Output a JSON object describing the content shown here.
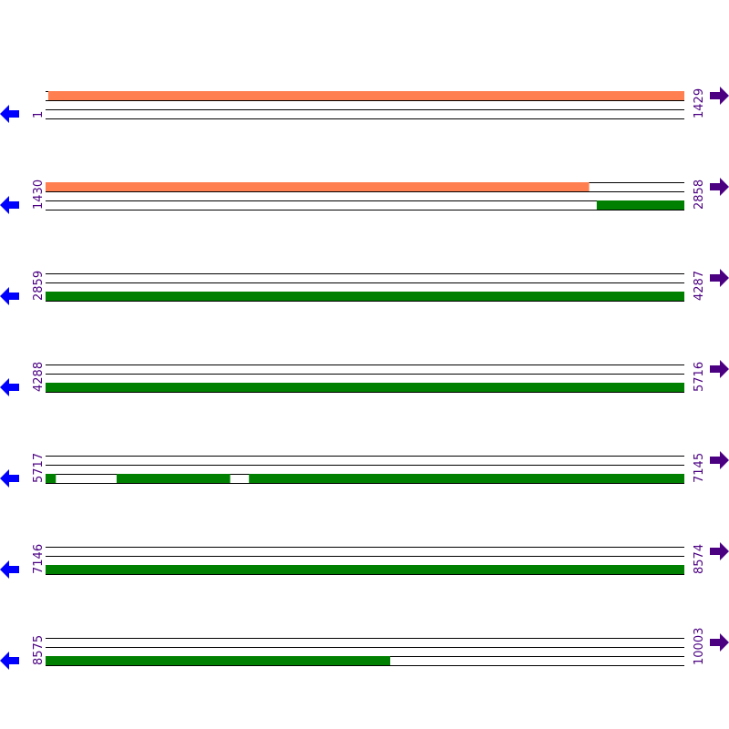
{
  "colors": {
    "frame_forward": "#ff7f50",
    "frame_reverse": "#008000",
    "label": "#4b0082",
    "left_arrow": "#0000ff",
    "right_arrow": "#4b0082"
  },
  "icons": {
    "left": "arrow-left-icon",
    "right": "arrow-right-icon"
  },
  "row_length": 1429,
  "rows": [
    {
      "start_label": "1",
      "end_label": "1429",
      "start": 1
    },
    {
      "start_label": "1430",
      "end_label": "2858",
      "start": 1430
    },
    {
      "start_label": "2859",
      "end_label": "4287",
      "start": 2859
    },
    {
      "start_label": "4288",
      "end_label": "5716",
      "start": 4288
    },
    {
      "start_label": "5717",
      "end_label": "7145",
      "start": 5717
    },
    {
      "start_label": "7146",
      "end_label": "8574",
      "start": 7146
    },
    {
      "start_label": "8575",
      "end_label": "10003",
      "start": 8575
    }
  ],
  "features": [
    {
      "lane": 0,
      "start": 7,
      "end": 2645,
      "color": "#ff7f50"
    },
    {
      "lane": 2,
      "start": 2663,
      "end": 5739,
      "color": "#008000"
    },
    {
      "lane": 2,
      "start": 5876,
      "end": 6129,
      "color": "#008000"
    },
    {
      "lane": 2,
      "start": 6172,
      "end": 9345,
      "color": "#008000"
    }
  ]
}
